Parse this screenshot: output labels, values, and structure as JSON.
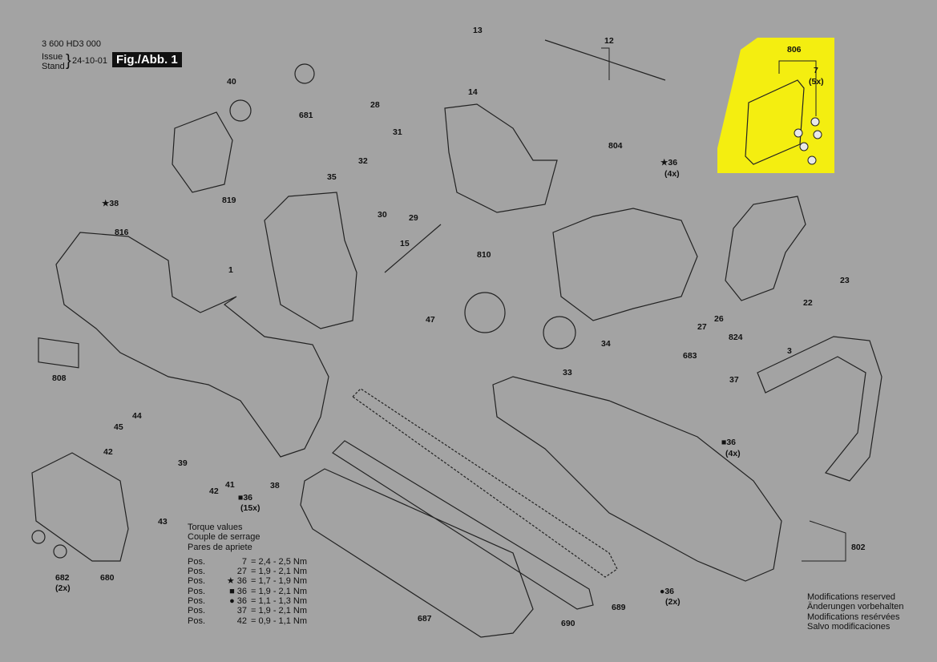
{
  "header": {
    "doc_number": "3 600 HD3 000",
    "issue_label_1": "Issue",
    "issue_label_2": "Stand",
    "date": "24-10-01",
    "figure": "Fig./Abb. 1"
  },
  "highlight_color": "#f4ee10",
  "labels": {
    "p13": "13",
    "p12": "12",
    "p40": "40",
    "p681": "681",
    "p14": "14",
    "p28": "28",
    "p31": "31",
    "p32": "32",
    "p35": "35",
    "p30": "30",
    "p29": "29",
    "p804": "804",
    "p36a": "★36",
    "p36a_q": "(4x)",
    "p819": "819",
    "p38a": "★38",
    "p816": "816",
    "p15": "15",
    "p810": "810",
    "p1": "1",
    "p47": "47",
    "p27": "27",
    "p26": "26",
    "p824": "824",
    "p22": "22",
    "p23": "23",
    "p3": "3",
    "p34": "34",
    "p683": "683",
    "p33": "33",
    "p808": "808",
    "p37": "37",
    "p44": "44",
    "p45": "45",
    "p42a": "42",
    "p39": "39",
    "p41": "41",
    "p42b": "42",
    "p36b": "■36",
    "p36b_q": "(15x)",
    "p38b": "38",
    "p43": "43",
    "p36c": "■36",
    "p36c_q": "(4x)",
    "p802": "802",
    "p682": "682",
    "p682_q": "(2x)",
    "p680": "680",
    "p687": "687",
    "p690": "690",
    "p689": "689",
    "p36d": "●36",
    "p36d_q": "(2x)",
    "p806": "806",
    "p7": "7",
    "p7_q": "(5x)"
  },
  "torque": {
    "title_en": "Torque values",
    "title_fr": "Couple de serrage",
    "title_es": "Pares de apriete",
    "rows": [
      {
        "pos": "Pos.",
        "part": "7",
        "value": "= 2,4 - 2,5 Nm"
      },
      {
        "pos": "Pos.",
        "part": "27",
        "value": "= 1,9 - 2,1 Nm"
      },
      {
        "pos": "Pos.",
        "part": "★ 36",
        "value": "= 1,7 - 1,9 Nm"
      },
      {
        "pos": "Pos.",
        "part": "■ 36",
        "value": "= 1,9 - 2,1 Nm"
      },
      {
        "pos": "Pos.",
        "part": "● 36",
        "value": "= 1,1 - 1,3 Nm"
      },
      {
        "pos": "Pos.",
        "part": "37",
        "value": "= 1,9 - 2,1 Nm"
      },
      {
        "pos": "Pos.",
        "part": "42",
        "value": "= 0,9 - 1,1 Nm"
      }
    ]
  },
  "modifications": [
    "Modifications reserved",
    "Änderungen vorbehalten",
    "Modifications resérvées",
    "Salvo modificaciones"
  ]
}
